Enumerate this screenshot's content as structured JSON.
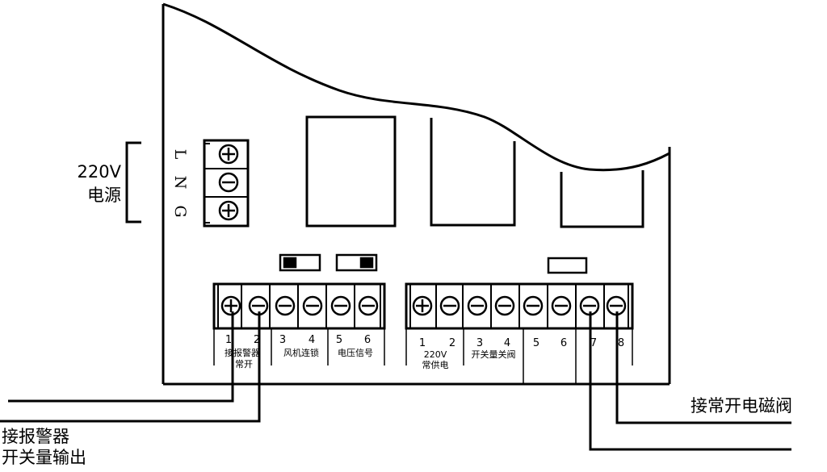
{
  "power": {
    "voltage": "220V",
    "name": "电源",
    "terminals": [
      "L",
      "N",
      "G"
    ]
  },
  "bottom_terminals": {
    "numbers": [
      "1",
      "2",
      "3",
      "4",
      "5",
      "6",
      "1",
      "2",
      "3",
      "4",
      "5",
      "6",
      "7",
      "8"
    ],
    "group_labels": {
      "alarm_line1": "接报警器",
      "alarm_line2": "常开",
      "fan": "风机连锁",
      "voltage_signal": "电压信号",
      "supply_line1": "220V",
      "supply_line2": "常供电",
      "switch_valve": "开关量关阀"
    }
  },
  "annotations": {
    "alarm_output_line1": "接报警器",
    "alarm_output_line2": "开关量输出",
    "valve": "接常开电磁阀"
  }
}
